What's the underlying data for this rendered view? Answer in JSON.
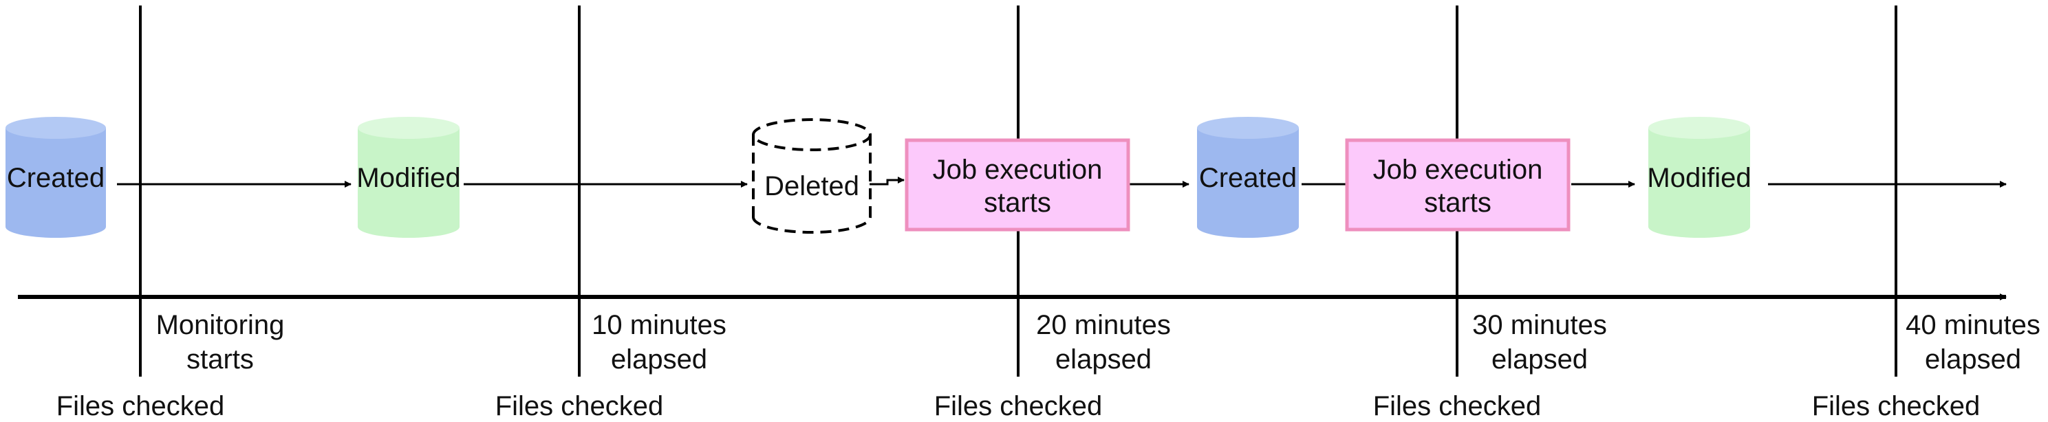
{
  "colors": {
    "created_fill": "#9db8ef",
    "created_top": "#b3c9f4",
    "modified_fill": "#c8f4c8",
    "modified_top": "#dcf9dc",
    "job_fill": "#fcc9fb",
    "job_border": "#ee8fbe",
    "line": "#000000"
  },
  "events": {
    "created_1": "Created",
    "modified_1": "Modified",
    "deleted": "Deleted",
    "job_1_line1": "Job execution",
    "job_1_line2": "starts",
    "created_2": "Created",
    "job_2_line1": "Job execution",
    "job_2_line2": "starts",
    "modified_2": "Modified"
  },
  "timeline": {
    "marks": [
      {
        "line1": "Monitoring",
        "line2": "starts"
      },
      {
        "line1": "10 minutes",
        "line2": "elapsed"
      },
      {
        "line1": "20 minutes",
        "line2": "elapsed"
      },
      {
        "line1": "30 minutes",
        "line2": "elapsed"
      },
      {
        "line1": "40 minutes",
        "line2": "elapsed"
      }
    ],
    "checks": [
      "Files checked",
      "Files checked",
      "Files checked",
      "Files checked",
      "Files checked"
    ]
  }
}
